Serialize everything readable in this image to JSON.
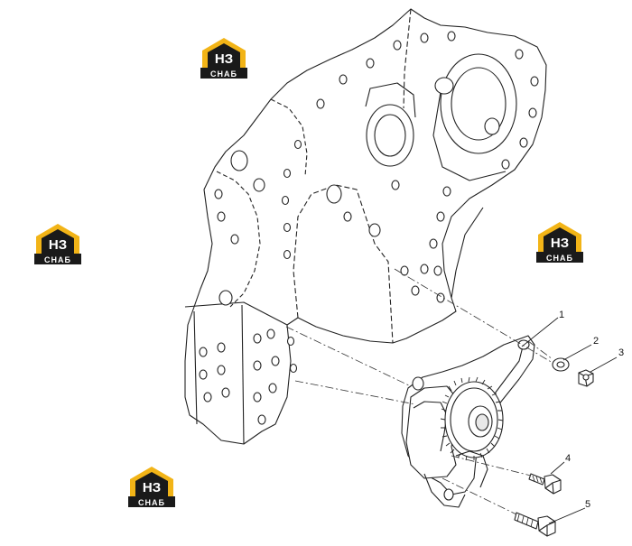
{
  "brand": {
    "monogram": "НЗ",
    "wordmark": "СНАБ",
    "colors": {
      "roof": "#f2b417",
      "body": "#1a1a1a",
      "text": "#ffffff"
    }
  },
  "callouts": [
    "1",
    "2",
    "3",
    "4",
    "5"
  ],
  "colors": {
    "line": "#222222",
    "fill": "#ffffff",
    "shade": "#e8e8e8"
  }
}
